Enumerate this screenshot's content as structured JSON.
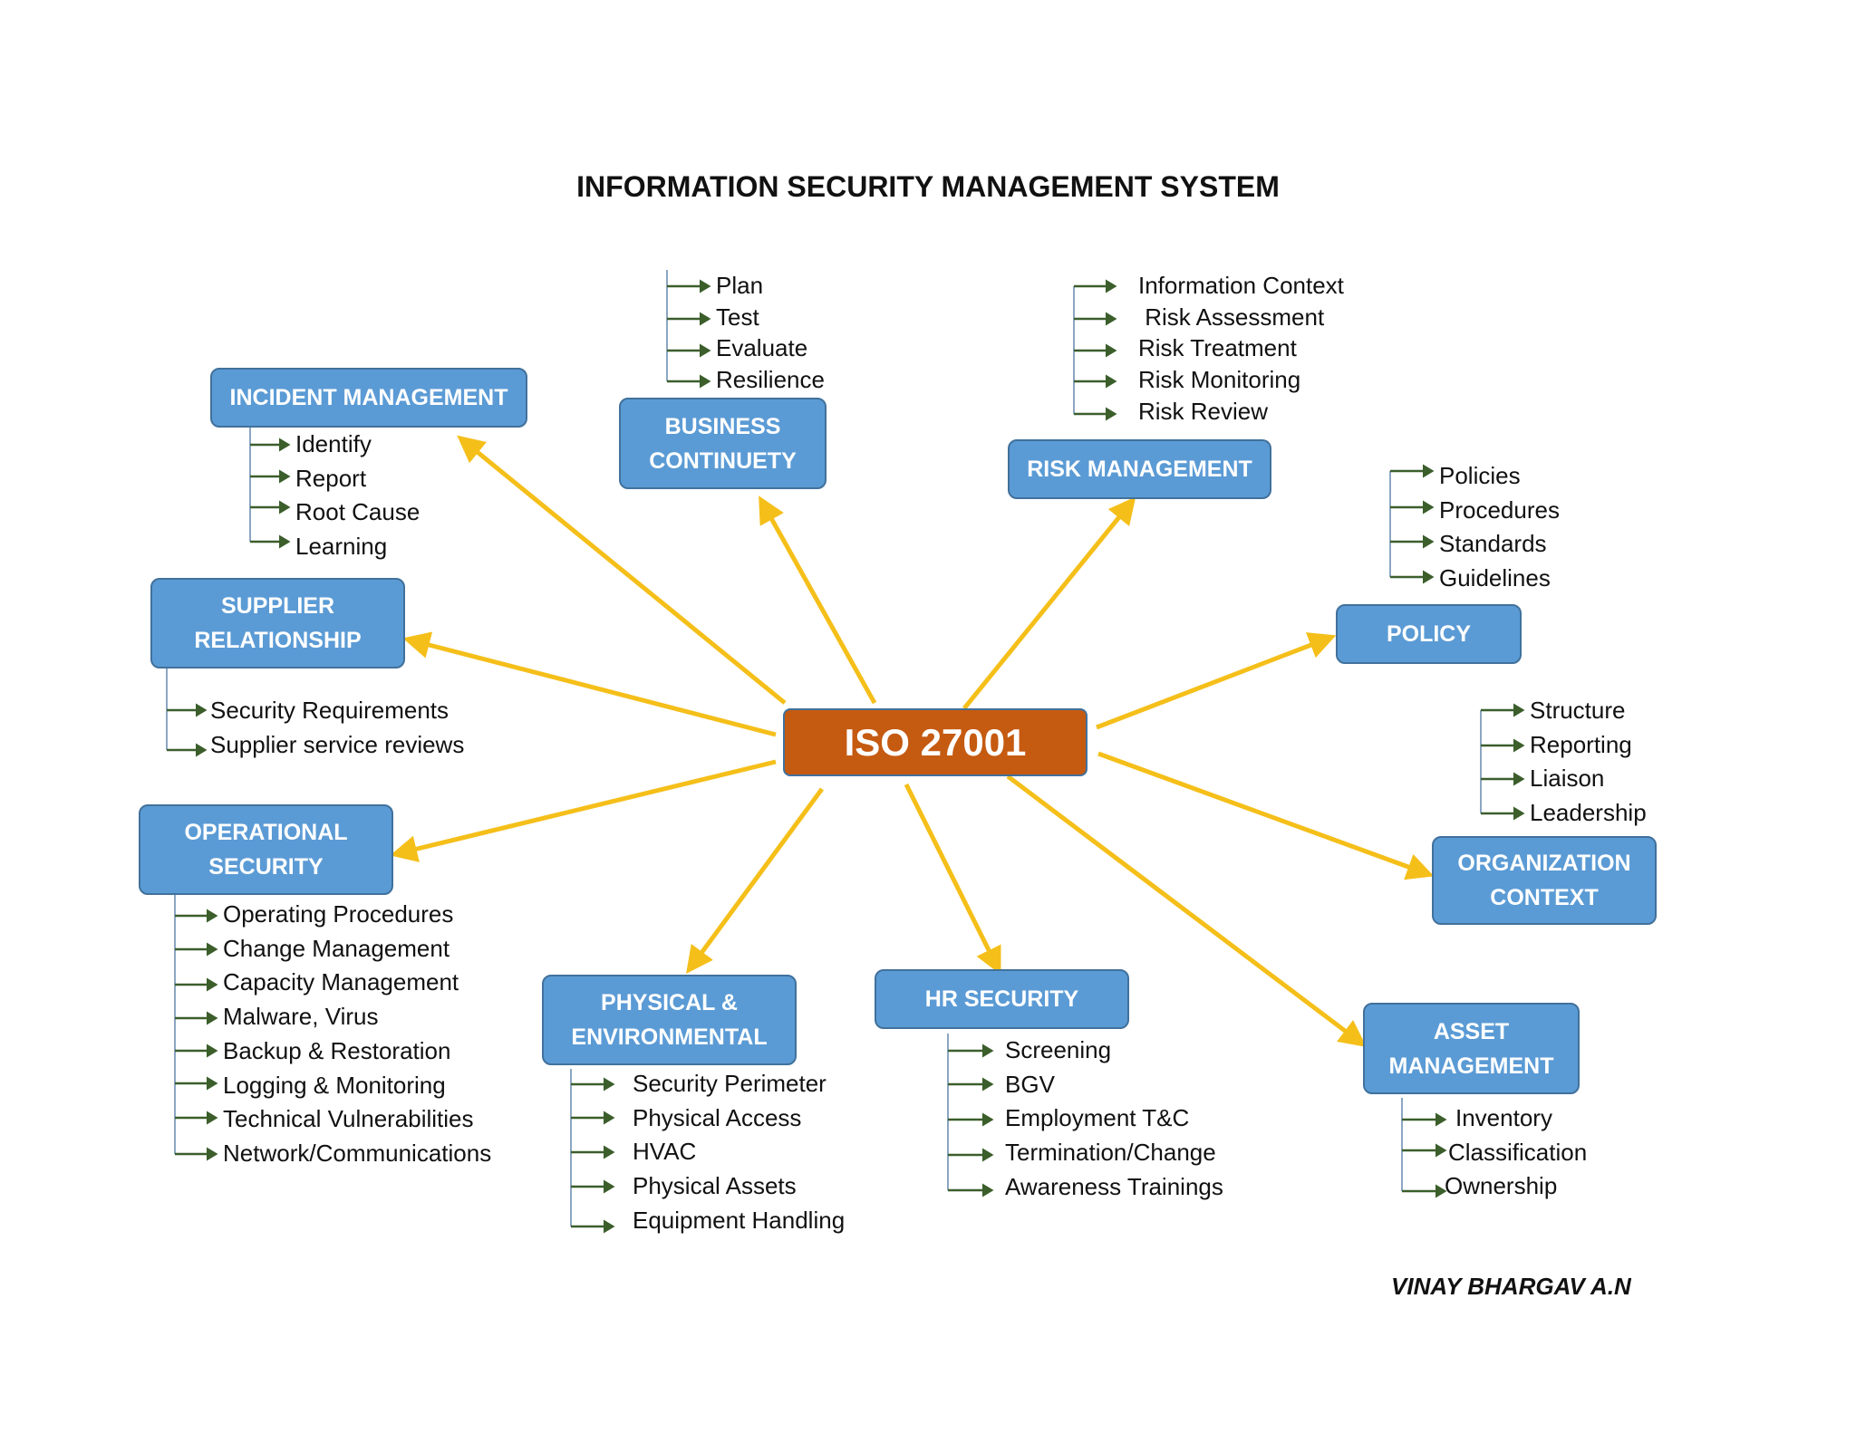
{
  "title": "INFORMATION SECURITY MANAGEMENT SYSTEM",
  "center": "ISO 27001",
  "author": "VINAY BHARGAV A.N",
  "colors": {
    "box_fill": "#5b9bd5",
    "box_border": "#41719c",
    "center_fill": "#c55a11",
    "arrow": "#f5bf1a",
    "connector": "#3b5e2b"
  },
  "categories": {
    "incident": {
      "label": "INCIDENT MANAGEMENT",
      "items": [
        "Identify",
        "Report",
        "Root Cause",
        "Learning"
      ]
    },
    "business": {
      "label": "BUSINESS CONTINUETY",
      "items": [
        "Plan",
        "Test",
        "Evaluate",
        "Resilience"
      ]
    },
    "risk": {
      "label": "RISK MANAGEMENT",
      "items": [
        "Information Context",
        " Risk Assessment",
        "Risk Treatment",
        "Risk Monitoring",
        "Risk Review"
      ]
    },
    "policy": {
      "label": "POLICY",
      "items": [
        "Policies",
        "Procedures",
        "Standards",
        "Guidelines"
      ]
    },
    "supplier": {
      "label": "SUPPLIER RELATIONSHIP",
      "items": [
        "Security Requirements",
        "Supplier service reviews"
      ]
    },
    "organization": {
      "label": "ORGANIZATION CONTEXT",
      "items": [
        "Structure",
        "Reporting",
        "Liaison",
        "Leadership"
      ]
    },
    "operational": {
      "label": "OPERATIONAL SECURITY",
      "items": [
        "Operating Procedures",
        "Change Management",
        "Capacity Management",
        "Malware, Virus",
        "Backup & Restoration",
        "Logging & Monitoring",
        "Technical Vulnerabilities",
        "Network/Communications"
      ]
    },
    "physical": {
      "label": "PHYSICAL & ENVIRONMENTAL",
      "items": [
        "Security Perimeter",
        "Physical Access",
        "HVAC",
        "Physical Assets",
        "Equipment Handling"
      ]
    },
    "hr": {
      "label": "HR SECURITY",
      "items": [
        "Screening",
        "BGV",
        "Employment T&C",
        "Termination/Change",
        "Awareness Trainings"
      ]
    },
    "asset": {
      "label": "ASSET MANAGEMENT",
      "items": [
        "Inventory",
        "Classification",
        "Ownership"
      ]
    }
  }
}
